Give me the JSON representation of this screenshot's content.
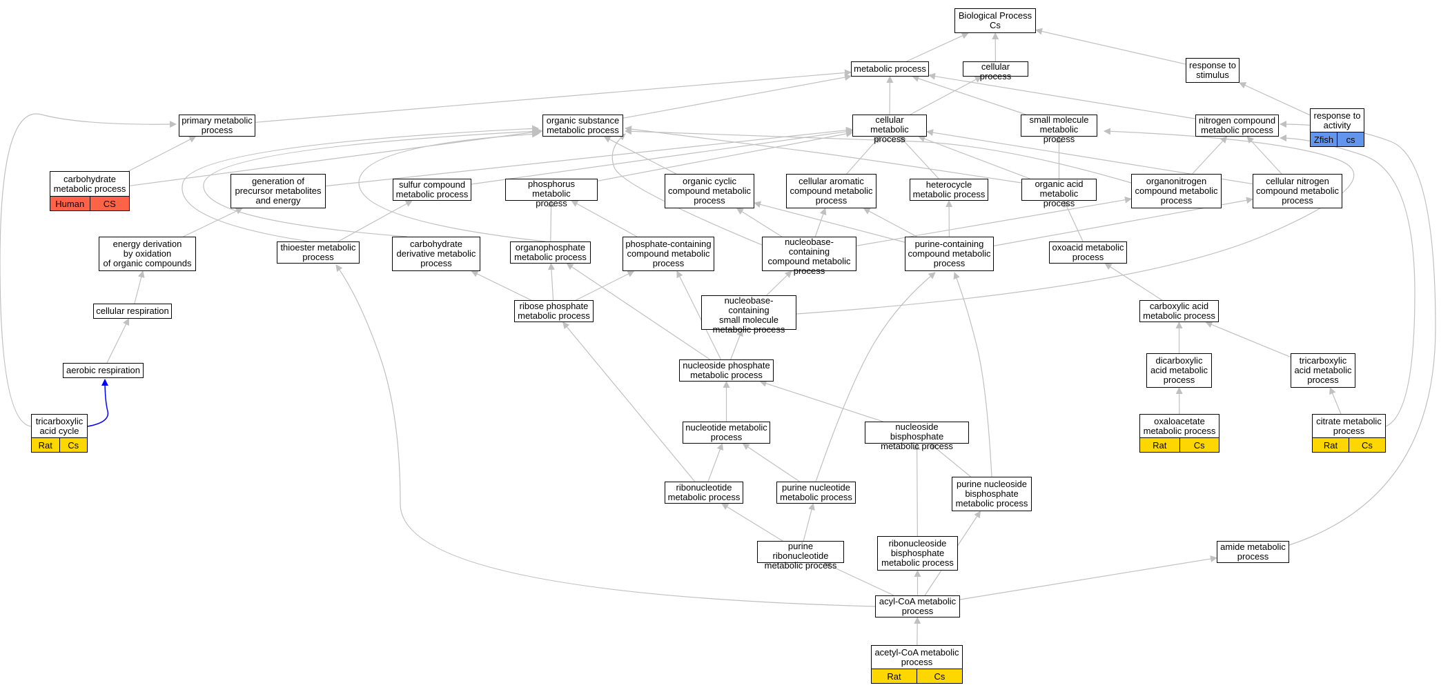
{
  "colors": {
    "edge": "#c0c0c0",
    "highlight_edge": "#0000ff",
    "yellow": "#ffd700",
    "red": "#ff6347",
    "blue": "#6495ed"
  },
  "nodes": [
    {
      "id": "bp",
      "label": "Biological Process\nCs"
    },
    {
      "id": "mp",
      "label": "metabolic process"
    },
    {
      "id": "cp",
      "label": "cellular process"
    },
    {
      "id": "rts",
      "label": "response to\nstimulus"
    },
    {
      "id": "pmp",
      "label": "primary metabolic\nprocess"
    },
    {
      "id": "osmp",
      "label": "organic substance\nmetabolic process"
    },
    {
      "id": "cmp",
      "label": "cellular metabolic\nprocess"
    },
    {
      "id": "smmp",
      "label": "small molecule\nmetabolic process"
    },
    {
      "id": "ncmp",
      "label": "nitrogen compound\nmetabolic process"
    },
    {
      "id": "rta",
      "label": "response to\nactivity",
      "tags": [
        {
          "text": "Zfish",
          "color": "blue"
        },
        {
          "text": "cs",
          "color": "blue"
        }
      ]
    },
    {
      "id": "chmp",
      "label": "carbohydrate\nmetabolic process",
      "tags": [
        {
          "text": "Human",
          "color": "red"
        },
        {
          "text": "CS",
          "color": "red"
        }
      ]
    },
    {
      "id": "gpme",
      "label": "generation of\nprecursor metabolites\nand energy"
    },
    {
      "id": "scmp",
      "label": "sulfur compound\nmetabolic process"
    },
    {
      "id": "phmp",
      "label": "phosphorus metabolic\nprocess"
    },
    {
      "id": "occmp",
      "label": "organic cyclic\ncompound metabolic\nprocess"
    },
    {
      "id": "cacmp",
      "label": "cellular aromatic\ncompound metabolic\nprocess"
    },
    {
      "id": "hmp",
      "label": "heterocycle\nmetabolic process"
    },
    {
      "id": "oamp",
      "label": "organic acid\nmetabolic process"
    },
    {
      "id": "oncmp",
      "label": "organonitrogen\ncompound metabolic\nprocess"
    },
    {
      "id": "cncmp",
      "label": "cellular nitrogen\ncompound metabolic\nprocess"
    },
    {
      "id": "edoc",
      "label": "energy derivation\nby oxidation\nof organic compounds"
    },
    {
      "id": "temp",
      "label": "thioester metabolic\nprocess"
    },
    {
      "id": "cdmp",
      "label": "carbohydrate\nderivative metabolic\nprocess"
    },
    {
      "id": "opmp",
      "label": "organophosphate\nmetabolic process"
    },
    {
      "id": "pccmp",
      "label": "phosphate-containing\ncompound metabolic\nprocess"
    },
    {
      "id": "nbccmp",
      "label": "nucleobase-containing\ncompound metabolic\nprocess"
    },
    {
      "id": "pucmp",
      "label": "purine-containing\ncompound metabolic\nprocess"
    },
    {
      "id": "oxmp",
      "label": "oxoacid metabolic\nprocess"
    },
    {
      "id": "cr",
      "label": "cellular respiration"
    },
    {
      "id": "rpmp",
      "label": "ribose phosphate\nmetabolic process"
    },
    {
      "id": "nbcsm",
      "label": "nucleobase-containing\nsmall molecule\nmetabolic process"
    },
    {
      "id": "camp",
      "label": "carboxylic acid\nmetabolic process"
    },
    {
      "id": "ar",
      "label": "aerobic respiration"
    },
    {
      "id": "nspmp",
      "label": "nucleoside phosphate\nmetabolic process"
    },
    {
      "id": "dcamp",
      "label": "dicarboxylic\nacid metabolic\nprocess"
    },
    {
      "id": "tcamp",
      "label": "tricarboxylic\nacid metabolic\nprocess"
    },
    {
      "id": "tca",
      "label": "tricarboxylic\nacid cycle",
      "tags": [
        {
          "text": "Rat",
          "color": "yellow"
        },
        {
          "text": "Cs",
          "color": "yellow"
        }
      ]
    },
    {
      "id": "ntmp",
      "label": "nucleotide metabolic\nprocess"
    },
    {
      "id": "nbpmp",
      "label": "nucleoside bisphosphate\nmetabolic process"
    },
    {
      "id": "oaamp",
      "label": "oxaloacetate\nmetabolic process",
      "tags": [
        {
          "text": "Rat",
          "color": "yellow"
        },
        {
          "text": "Cs",
          "color": "yellow"
        }
      ]
    },
    {
      "id": "citmp",
      "label": "citrate metabolic\nprocess",
      "tags": [
        {
          "text": "Rat",
          "color": "yellow"
        },
        {
          "text": "Cs",
          "color": "yellow"
        }
      ]
    },
    {
      "id": "rnmp",
      "label": "ribonucleotide\nmetabolic process"
    },
    {
      "id": "pnmp",
      "label": "purine nucleotide\nmetabolic process"
    },
    {
      "id": "pnbmp",
      "label": "purine nucleoside\nbisphosphate\nmetabolic process"
    },
    {
      "id": "prmp",
      "label": "purine ribonucleotide\nmetabolic process"
    },
    {
      "id": "rnbmp",
      "label": "ribonucleoside\nbisphosphate\nmetabolic process"
    },
    {
      "id": "ammp",
      "label": "amide metabolic\nprocess"
    },
    {
      "id": "acmp",
      "label": "acyl-CoA metabolic\nprocess"
    },
    {
      "id": "aacmp",
      "label": "acetyl-CoA metabolic\nprocess",
      "tags": [
        {
          "text": "Rat",
          "color": "yellow"
        },
        {
          "text": "Cs",
          "color": "yellow"
        }
      ]
    }
  ],
  "edges": [
    {
      "from": "mp",
      "to": "bp"
    },
    {
      "from": "cp",
      "to": "bp"
    },
    {
      "from": "rts",
      "to": "bp"
    },
    {
      "from": "rta",
      "to": "rts"
    },
    {
      "from": "pmp",
      "to": "mp"
    },
    {
      "from": "osmp",
      "to": "mp"
    },
    {
      "from": "cmp",
      "to": "mp"
    },
    {
      "from": "smmp",
      "to": "mp"
    },
    {
      "from": "ncmp",
      "to": "mp"
    },
    {
      "from": "cmp",
      "to": "cp"
    },
    {
      "from": "chmp",
      "to": "pmp"
    },
    {
      "from": "chmp",
      "to": "osmp"
    },
    {
      "from": "gpme",
      "to": "cmp"
    },
    {
      "from": "scmp",
      "to": "cmp"
    },
    {
      "from": "phmp",
      "to": "cmp"
    },
    {
      "from": "cacmp",
      "to": "cmp"
    },
    {
      "from": "hmp",
      "to": "cmp"
    },
    {
      "from": "oamp",
      "to": "cmp"
    },
    {
      "from": "cncmp",
      "to": "cmp"
    },
    {
      "from": "occmp",
      "to": "osmp"
    },
    {
      "from": "oamp",
      "to": "osmp"
    },
    {
      "from": "oncmp",
      "to": "osmp"
    },
    {
      "from": "temp",
      "to": "osmp"
    },
    {
      "from": "cdmp",
      "to": "osmp"
    },
    {
      "from": "opmp",
      "to": "osmp"
    },
    {
      "from": "nbccmp",
      "to": "osmp"
    },
    {
      "from": "oamp",
      "to": "smmp"
    },
    {
      "from": "nbcsm",
      "to": "smmp"
    },
    {
      "from": "oncmp",
      "to": "ncmp"
    },
    {
      "from": "cncmp",
      "to": "ncmp"
    },
    {
      "from": "citmp",
      "to": "ncmp"
    },
    {
      "from": "tca",
      "to": "pmp"
    },
    {
      "from": "edoc",
      "to": "gpme"
    },
    {
      "from": "temp",
      "to": "scmp"
    },
    {
      "from": "opmp",
      "to": "phmp"
    },
    {
      "from": "pccmp",
      "to": "phmp"
    },
    {
      "from": "nbccmp",
      "to": "occmp"
    },
    {
      "from": "pucmp",
      "to": "occmp"
    },
    {
      "from": "nbccmp",
      "to": "cacmp"
    },
    {
      "from": "pucmp",
      "to": "cacmp"
    },
    {
      "from": "pucmp",
      "to": "hmp"
    },
    {
      "from": "oxmp",
      "to": "oamp"
    },
    {
      "from": "nbccmp",
      "to": "oncmp"
    },
    {
      "from": "pucmp",
      "to": "cncmp"
    },
    {
      "from": "cr",
      "to": "edoc"
    },
    {
      "from": "rpmp",
      "to": "cdmp"
    },
    {
      "from": "rpmp",
      "to": "opmp"
    },
    {
      "from": "rpmp",
      "to": "pccmp"
    },
    {
      "from": "nspmp",
      "to": "opmp"
    },
    {
      "from": "nspmp",
      "to": "pccmp"
    },
    {
      "from": "nbcsm",
      "to": "nbccmp"
    },
    {
      "from": "camp",
      "to": "oxmp"
    },
    {
      "from": "ar",
      "to": "cr"
    },
    {
      "from": "nspmp",
      "to": "nbcsm"
    },
    {
      "from": "dcamp",
      "to": "camp"
    },
    {
      "from": "tcamp",
      "to": "camp"
    },
    {
      "from": "tca",
      "to": "ar",
      "highlight": true
    },
    {
      "from": "ntmp",
      "to": "nspmp"
    },
    {
      "from": "nbpmp",
      "to": "nspmp"
    },
    {
      "from": "oaamp",
      "to": "dcamp"
    },
    {
      "from": "citmp",
      "to": "tcamp"
    },
    {
      "from": "rnmp",
      "to": "ntmp"
    },
    {
      "from": "pnmp",
      "to": "ntmp"
    },
    {
      "from": "rnmp",
      "to": "rpmp"
    },
    {
      "from": "pnmp",
      "to": "pucmp"
    },
    {
      "from": "pnbmp",
      "to": "nbpmp"
    },
    {
      "from": "pnbmp",
      "to": "pucmp"
    },
    {
      "from": "prmp",
      "to": "rnmp"
    },
    {
      "from": "prmp",
      "to": "pnmp"
    },
    {
      "from": "rnbmp",
      "to": "nbpmp"
    },
    {
      "from": "ammp",
      "to": "ncmp"
    },
    {
      "from": "acmp",
      "to": "prmp"
    },
    {
      "from": "acmp",
      "to": "rnbmp"
    },
    {
      "from": "acmp",
      "to": "pnbmp"
    },
    {
      "from": "acmp",
      "to": "ammp"
    },
    {
      "from": "acmp",
      "to": "temp"
    },
    {
      "from": "aacmp",
      "to": "acmp"
    }
  ]
}
